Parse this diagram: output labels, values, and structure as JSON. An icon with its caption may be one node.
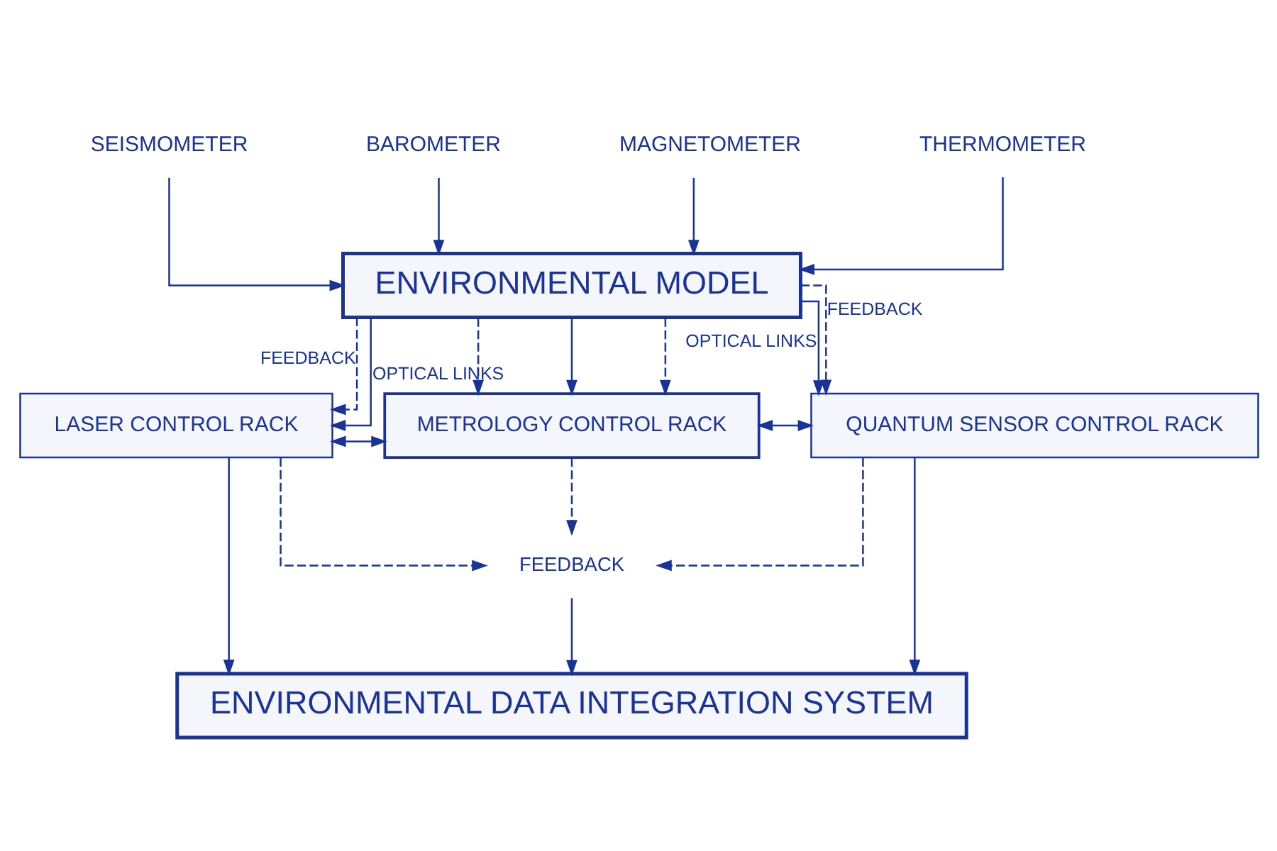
{
  "diagram": {
    "nodes": [
      {
        "text": [
          "SEISMOMETER"
        ]
      },
      {
        "text": [
          "BAROMETER"
        ]
      },
      {
        "text": [
          "MAGNETOMETER"
        ]
      },
      {
        "text": [
          "THERMOMETER"
        ]
      },
      {
        "text": [
          "ENVIRONMENTAL MODEL"
        ]
      },
      {
        "text": [
          "LASER CONTROL RACK"
        ]
      },
      {
        "text": [
          "METROLOGY CONTROL RACK"
        ]
      },
      {
        "text": [
          "QUANTUM SENSOR CONTROL RACK"
        ]
      },
      {
        "text": [
          "FEEDBACK"
        ]
      },
      {
        "text": [
          "ENVIRONMENTAL DATA INTEGRATION SYSTEM"
        ]
      }
    ],
    "edges": [
      {
        "from": 0,
        "to": 4,
        "arrow": "to"
      },
      {
        "from": 1,
        "to": 4,
        "arrow": "to"
      },
      {
        "from": 2,
        "to": 4,
        "arrow": "to"
      },
      {
        "from": 3,
        "to": 4,
        "arrow": "to"
      },
      {
        "from": 4,
        "to": 5,
        "arrow": "to",
        "style": "dashed",
        "label": "FEEDBACK"
      },
      {
        "from": 4,
        "to": 6,
        "arrow": "to",
        "style": "dashed"
      },
      {
        "from": 4,
        "to": 6,
        "arrow": "to"
      },
      {
        "from": 4,
        "to": 6,
        "arrow": "to",
        "style": "dashed"
      },
      {
        "from": 4,
        "to": 7,
        "arrow": "to",
        "style": "dashed",
        "label": "FEEDBACK"
      },
      {
        "from": 4,
        "to": 5,
        "arrow": "to",
        "label": "OPTICAL LINKS"
      },
      {
        "from": 4,
        "to": 7,
        "arrow": "to",
        "label": "OPTICAL LINKS"
      },
      {
        "from": 5,
        "to": 6,
        "arrow": "both"
      },
      {
        "from": 6,
        "to": 7,
        "arrow": "both"
      },
      {
        "from": 5,
        "to": 8,
        "arrow": "to",
        "style": "dashed"
      },
      {
        "from": 6,
        "to": 8,
        "arrow": "to",
        "style": "dashed"
      },
      {
        "from": 7,
        "to": 8,
        "arrow": "to",
        "style": "dashed"
      },
      {
        "from": 8,
        "to": 9,
        "arrow": "to"
      },
      {
        "from": 5,
        "to": 9,
        "arrow": "to"
      },
      {
        "from": 7,
        "to": 9,
        "arrow": "to"
      }
    ]
  }
}
